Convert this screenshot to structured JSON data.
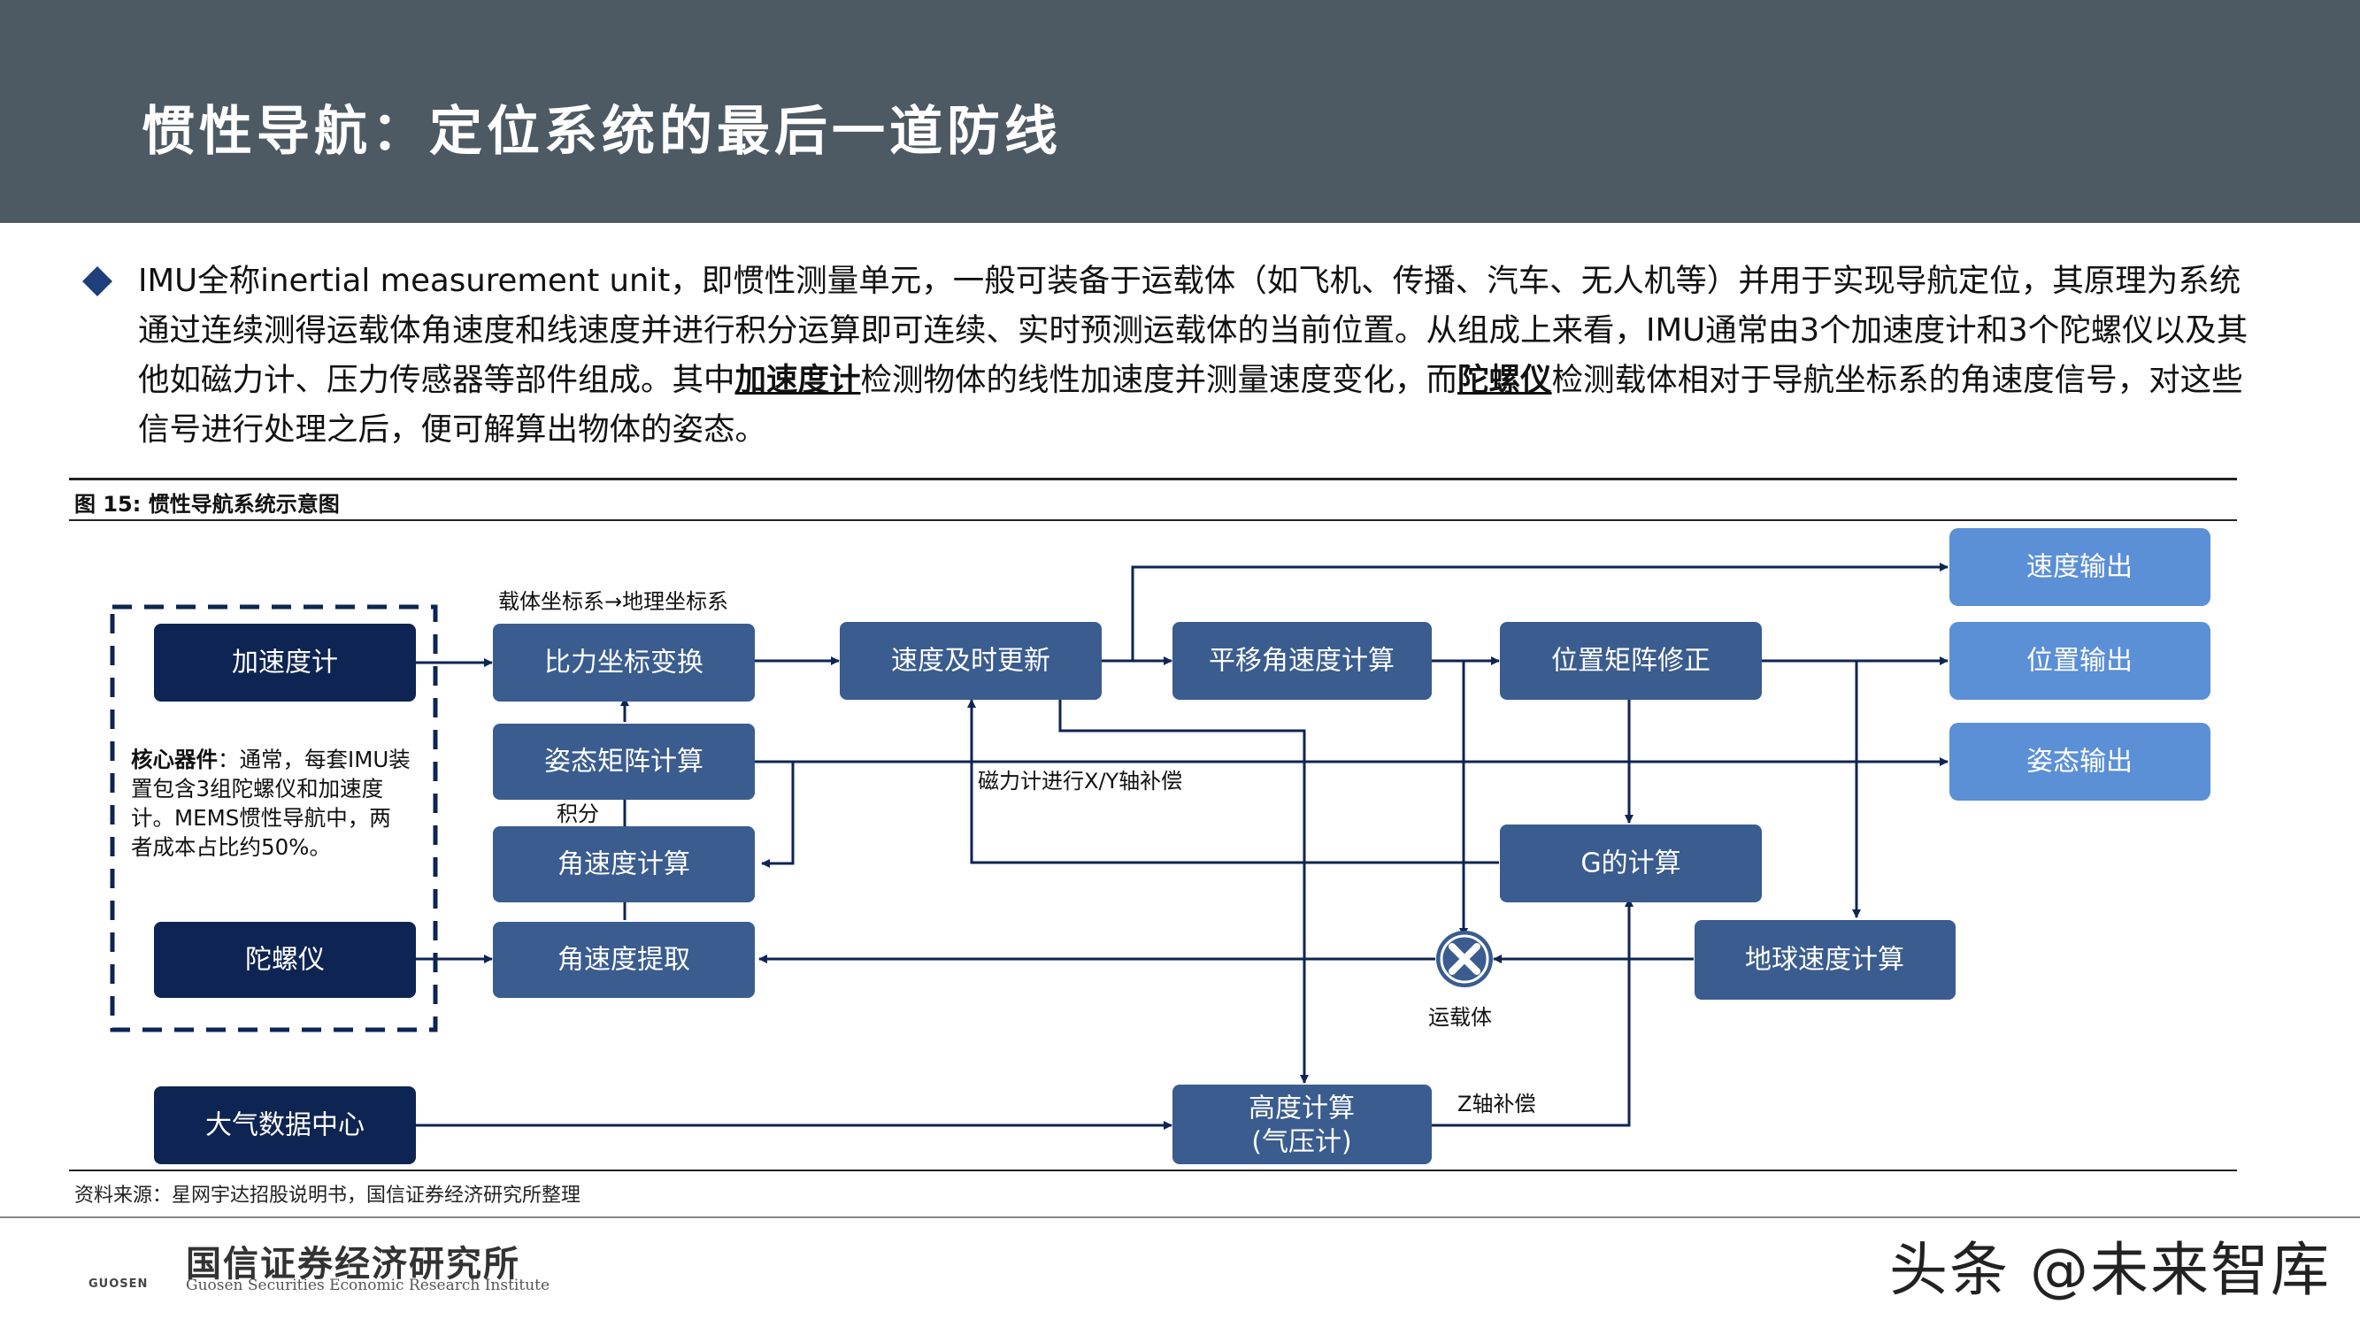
{
  "header": {
    "title": "惯性导航：定位系统的最后一道防线"
  },
  "intro": {
    "text_1": "IMU全称inertial measurement unit，即惯性测量单元，一般可装备于运载体（如飞机、传播、汽车、无人机等）并用于实现导航定位，其原理为系统通过连续测得运载体角速度和线速度并进行积分运算即可连续、实时预测运载体的当前位置。从组成上来看，IMU通常由3个加速度计和3个陀螺仪以及其他如磁力计、压力传感器等部件组成。其中",
    "term_1": "加速度计",
    "text_2": "检测物体的线性加速度并测量速度变化，而",
    "term_2": "陀螺仪",
    "text_3": "检测载体相对于导航坐标系的角速度信号，对这些信号进行处理之后，便可解算出物体的姿态。"
  },
  "figure": {
    "caption": "图 15:  惯性导航系统示意图",
    "source": "资料来源：星网宇达招股说明书，国信证券经济研究所整理"
  },
  "diagram": {
    "nodes": {
      "accelerometer": "加速度计",
      "gyroscope": "陀螺仪",
      "air_data": "大气数据中心",
      "specific_force": "比力坐标变换",
      "attitude_matrix": "姿态矩阵计算",
      "angular_rate_calc": "角速度计算",
      "angular_rate_extract": "角速度提取",
      "velocity_update": "速度及时更新",
      "translational_rate": "平移角速度计算",
      "position_matrix": "位置矩阵修正",
      "g_calc": "G的计算",
      "earth_rate": "地球速度计算",
      "altitude_line1": "高度计算",
      "altitude_line2": "(气压计)",
      "out_velocity": "速度输出",
      "out_position": "位置输出",
      "out_attitude": "姿态输出"
    },
    "labels": {
      "frame_transform": "载体坐标系→地理坐标系",
      "integration": "积分",
      "mag_comp": "磁力计进行X/Y轴补偿",
      "carrier": "运载体",
      "z_comp": "Z轴补偿"
    },
    "core_note": {
      "bold": "核心器件",
      "text": "：通常，每套IMU装置包含3组陀螺仪和加速度计。MEMS惯性导航中，两者成本占比约50%。"
    },
    "colors": {
      "dark_node": "#0e2452",
      "mid_node": "#3a5c8f",
      "output_node": "#5b8fd6",
      "header": "#4d5a63"
    }
  },
  "footer": {
    "logo_mark": "GUOSEN",
    "logo_cn": "国信证券经济研究所",
    "logo_en": "Guosen Securities Economic Research Institute",
    "watermark": "头条 @未来智库"
  }
}
